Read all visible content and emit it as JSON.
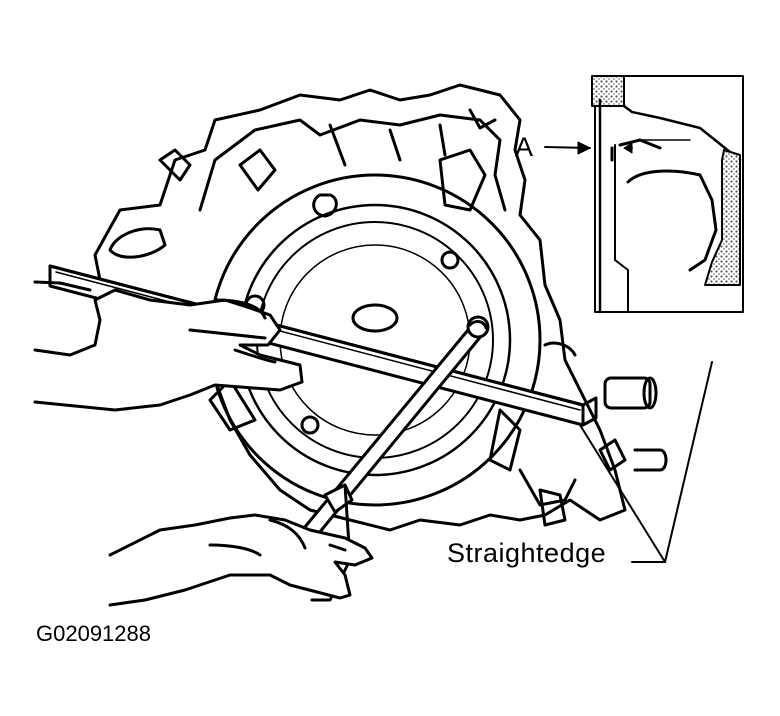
{
  "figure": {
    "labels": {
      "detail_callout": "A",
      "straightedge": "Straightedge",
      "figure_code": "G02091288"
    },
    "colors": {
      "ink": "#000000",
      "paper": "#ffffff",
      "stipple": "#9a9a9a"
    }
  }
}
